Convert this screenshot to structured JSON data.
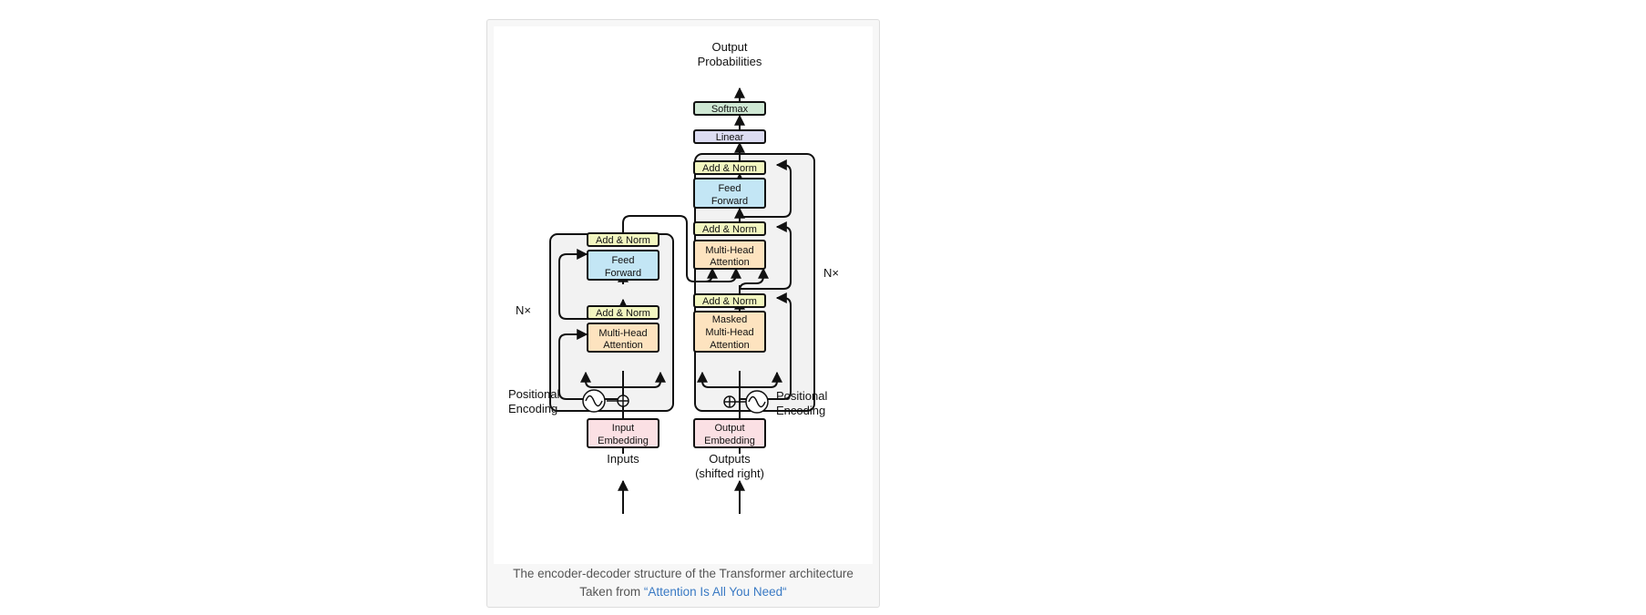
{
  "diagram": {
    "output_title": [
      "Output",
      "Probabilities"
    ],
    "softmax": "Softmax",
    "linear": "Linear",
    "add_norm": "Add & Norm",
    "feed_forward": [
      "Feed",
      "Forward"
    ],
    "multi_head_attention": [
      "Multi-Head",
      "Attention"
    ],
    "masked_multi_head_attention": [
      "Masked",
      "Multi-Head",
      "Attention"
    ],
    "repeat_label": "N×",
    "positional_encoding": [
      "Positional",
      "Encoding"
    ],
    "input_embedding": [
      "Input",
      "Embedding"
    ],
    "output_embedding": [
      "Output",
      "Embedding"
    ],
    "inputs": "Inputs",
    "outputs": [
      "Outputs",
      "(shifted right)"
    ],
    "colors": {
      "add_norm": "#f2f6c0",
      "feed_forward": "#c3e6f5",
      "attention": "#fde3bf",
      "embedding": "#fbe0e4",
      "linear": "#dcdcf2",
      "softmax": "#cfe8d4",
      "block_bg": "#f2f2f2"
    }
  },
  "caption": {
    "line1": "The  encoder-decoder structure of the Transformer architecture",
    "line2_prefix": "Taken from ",
    "link_text": "“Attention Is All You Need“"
  }
}
